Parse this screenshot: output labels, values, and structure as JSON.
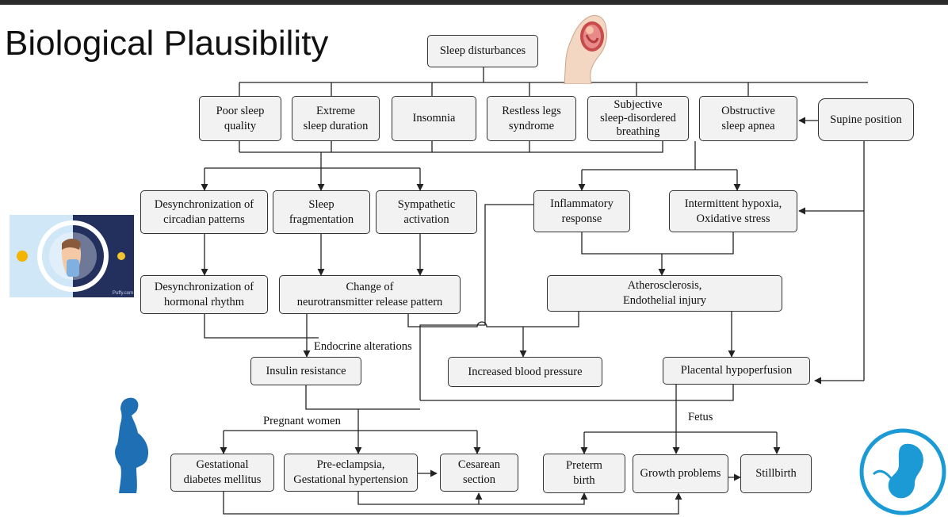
{
  "title": "Biological Plausibility",
  "nodes": {
    "sleep_disturbances": "Sleep disturbances",
    "poor_sleep_quality": "Poor sleep\nquality",
    "extreme_sleep_duration": "Extreme\nsleep duration",
    "insomnia": "Insomnia",
    "restless_legs": "Restless legs\nsyndrome",
    "subjective_sdb": "Subjective\nsleep-disordered\nbreathing",
    "obstructive_sleep_apnea": "Obstructive\nsleep apnea",
    "supine_position": "Supine position",
    "desync_circadian": "Desynchronization of\ncircadian patterns",
    "sleep_fragmentation": "Sleep\nfragmentation",
    "sympathetic_activation": "Sympathetic\nactivation",
    "inflammatory_response": "Inflammatory\nresponse",
    "intermittent_hypoxia": "Intermittent hypoxia,\nOxidative stress",
    "desync_hormonal": "Desynchronization of\nhormonal rhythm",
    "neurotransmitter": "Change of\nneurotransmitter release pattern",
    "atherosclerosis": "Atherosclerosis,\nEndothelial injury",
    "insulin_resistance": "Insulin resistance",
    "increased_bp": "Increased blood pressure",
    "placental_hypoperfusion": "Placental hypoperfusion",
    "gdm": "Gestational\ndiabetes mellitus",
    "preeclampsia": "Pre-eclampsia,\nGestational hypertension",
    "cesarean": "Cesarean\nsection",
    "preterm": "Preterm\nbirth",
    "growth_problems": "Growth problems",
    "stillbirth": "Stillbirth"
  },
  "labels": {
    "endocrine": "Endocrine alterations",
    "pregnant_women": "Pregnant women",
    "fetus": "Fetus"
  },
  "images": {
    "pregnancy_top": "pregnancy-illustration",
    "sleep_clock": "sleeping-woman-clock-image",
    "pregnant_silhouette": "pregnant-woman-silhouette",
    "fetus_icon": "fetus-icon"
  },
  "colors": {
    "box_fill": "#f2f2f2",
    "line": "#222222",
    "clock_bg": "#23305e",
    "silhouette": "#1f6fb4",
    "fetus_icon": "#1b9ad6"
  }
}
